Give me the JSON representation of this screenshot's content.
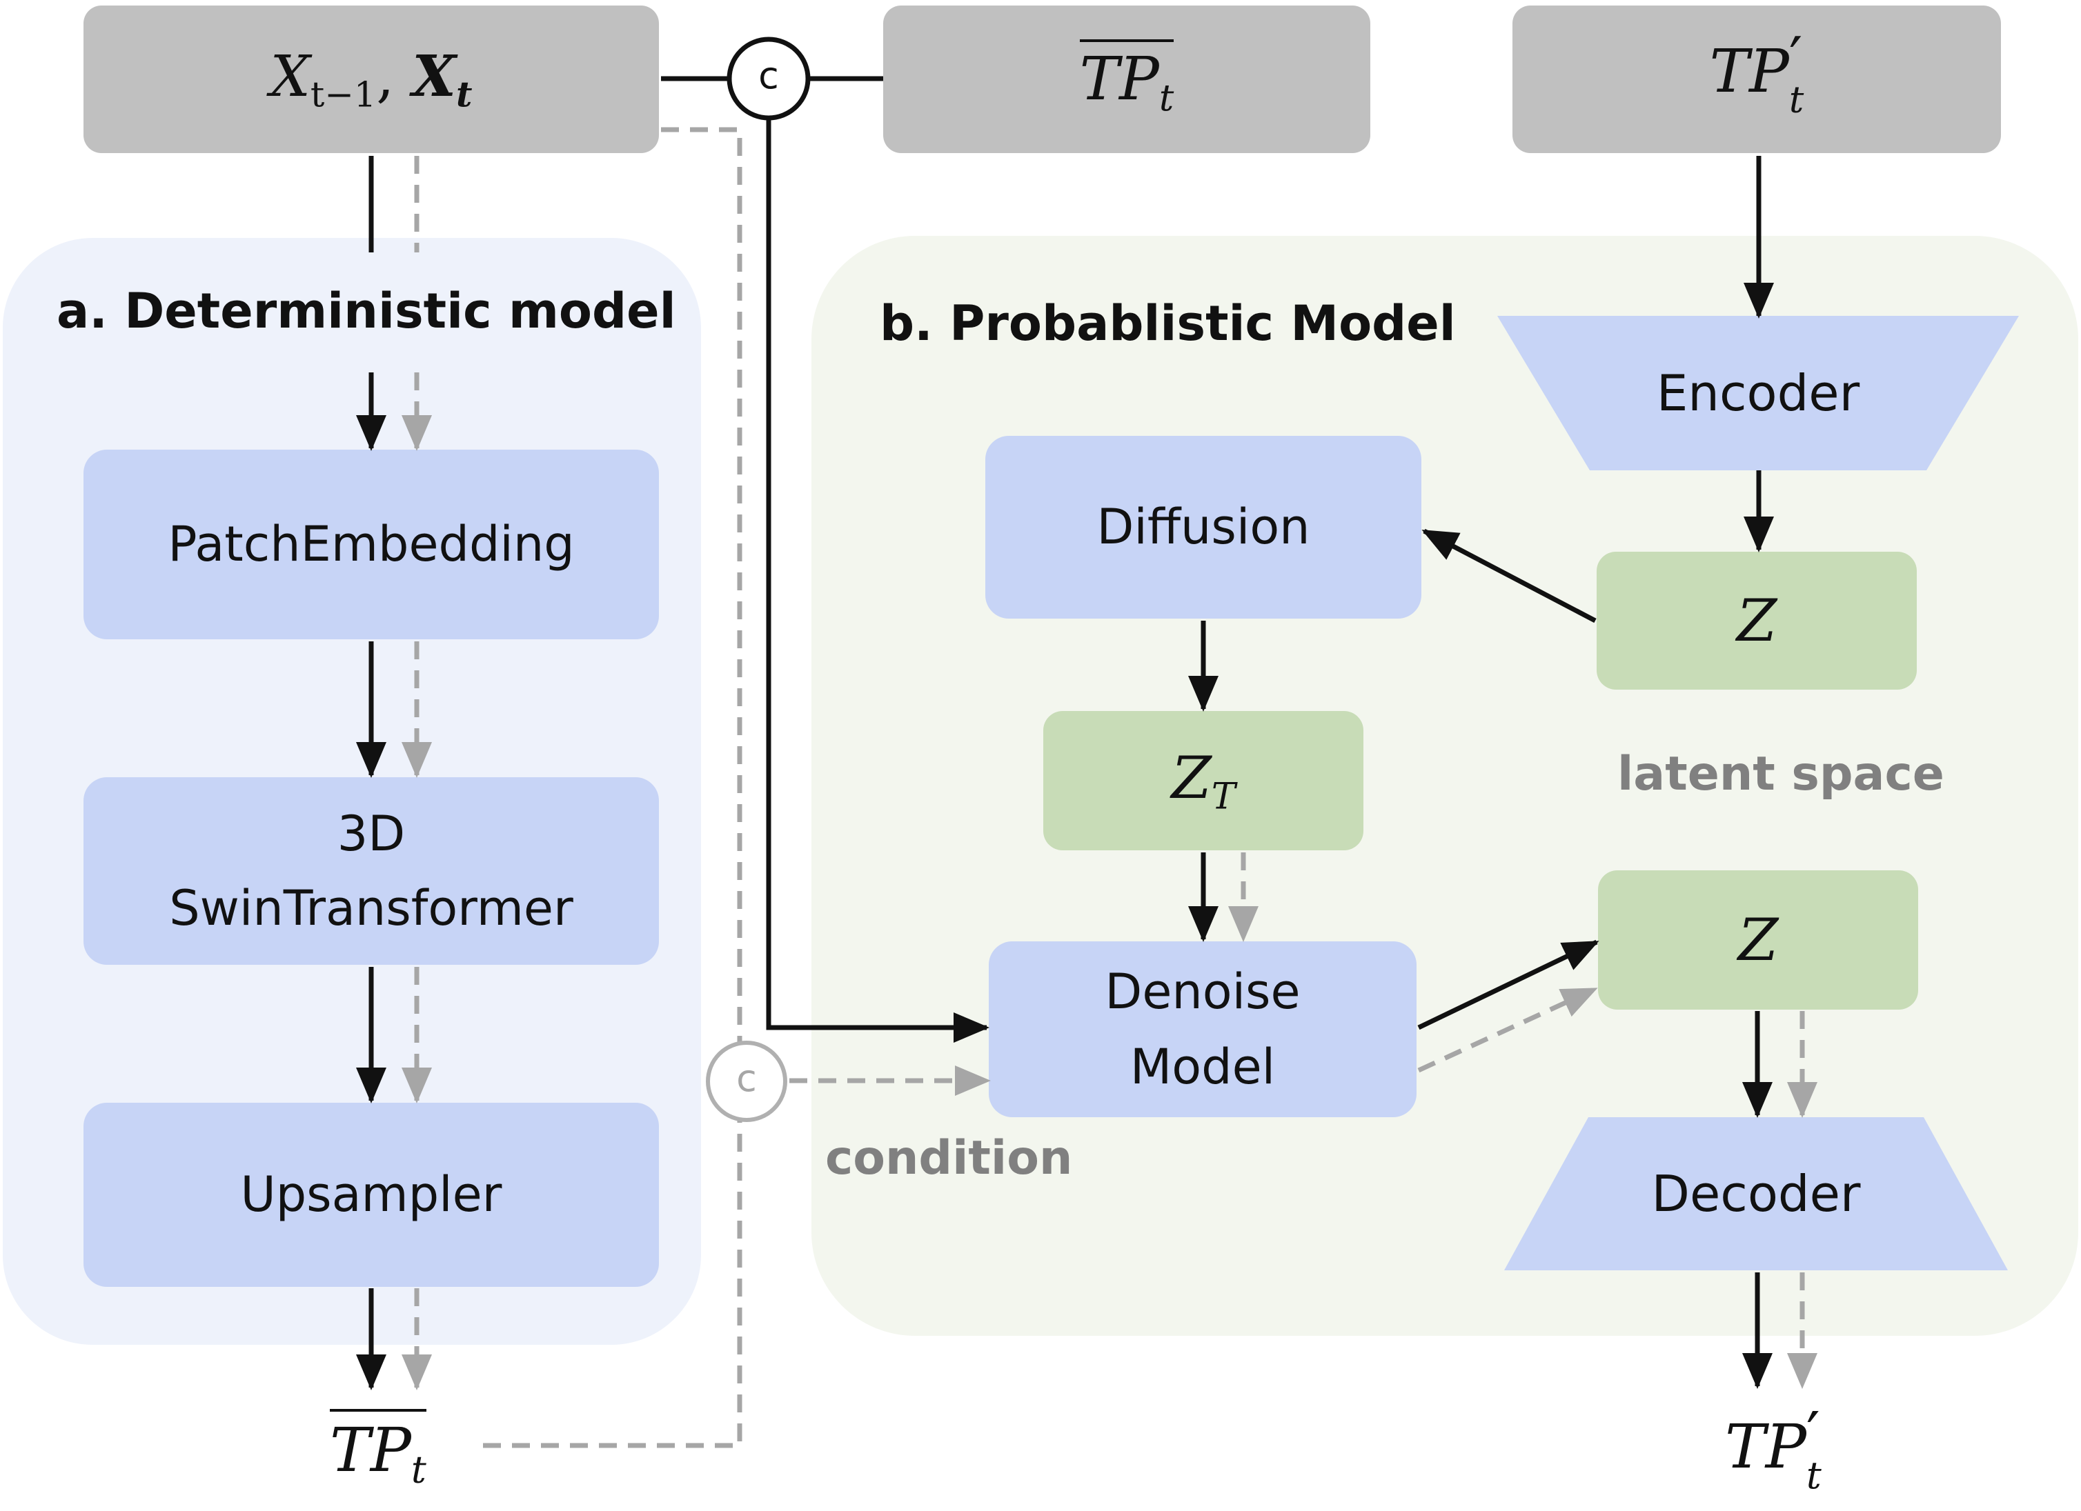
{
  "panels": {
    "deterministic_title": "a. Deterministic model",
    "probabilistic_title": "b. Probablistic Model"
  },
  "inputs": {
    "x_main": "X",
    "x_sub1": "t−1",
    "x_comma": ",",
    "x_bold": "X",
    "x_sub2": "t",
    "tp_bar": "TP",
    "tp_bar_sub": "t",
    "tp_prime": "TP",
    "tp_prime_sup": "′",
    "tp_prime_sub": "t"
  },
  "deterministic_blocks": {
    "patch": "PatchEmbedding",
    "swin_line1": "3D",
    "swin_line2": "SwinTransformer",
    "upsampler": "Upsampler"
  },
  "probabilistic_blocks": {
    "encoder": "Encoder",
    "diffusion": "Diffusion",
    "z_top": "Z",
    "zt_main": "Z",
    "zt_sub": "T",
    "denoise_line1": "Denoise",
    "denoise_line2": "Model",
    "z_bottom": "Z",
    "decoder": "Decoder"
  },
  "labels": {
    "latent_space": "latent space",
    "condition": "condition",
    "concat_symbol": "c"
  },
  "outputs": {
    "tp_bar": "TP",
    "tp_bar_sub": "t",
    "tp_prime": "TP",
    "tp_prime_sup": "′",
    "tp_prime_sub": "t"
  },
  "colors": {
    "input_gray": "#c0c0c0",
    "block_blue": "#c7d4f6",
    "latent_green": "#c8dcb7",
    "panel_a_bg": "#eef2fb",
    "panel_b_bg": "#f3f6ee",
    "solid_arrow": "#111111",
    "dashed_arrow": "#a6a6a6"
  }
}
